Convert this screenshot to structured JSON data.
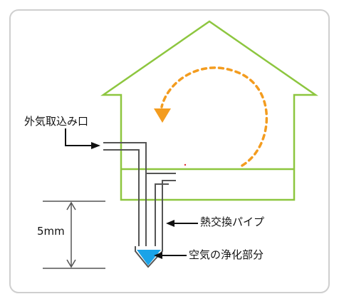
{
  "labels": {
    "intake": "外気取込み口",
    "depth": "5mm",
    "pipe": "熱交換パイプ",
    "purify": "空気の浄化部分"
  },
  "colors": {
    "house_outline": "#8dc63f",
    "airflow_arrow": "#f39c1f",
    "pipe_stroke": "#555555",
    "water": "#1aa3e8",
    "frame_border": "#cfcfcf",
    "text": "#111111"
  }
}
